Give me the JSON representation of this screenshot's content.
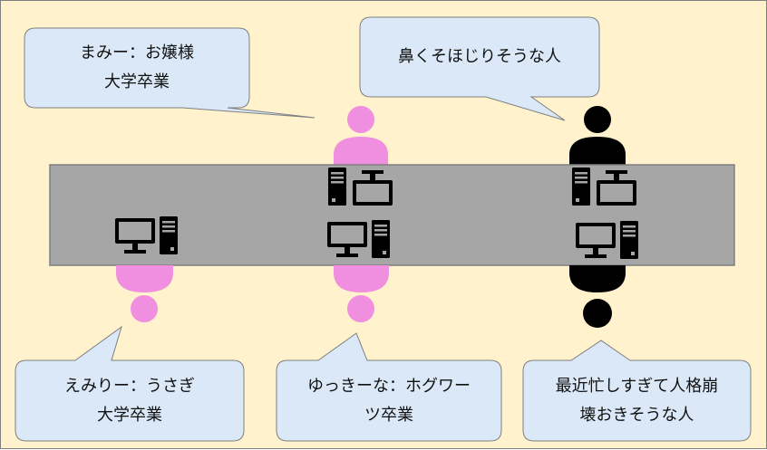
{
  "bubbles": {
    "mami": {
      "line1": "まみー：お嬢様",
      "line2": "大学卒業"
    },
    "hana": {
      "line1": "鼻くそほじりそうな人"
    },
    "emiri": {
      "line1": "えみりー：うさぎ",
      "line2": "大学卒業"
    },
    "yukkina": {
      "line1": "ゆっきーな：ホグワー",
      "line2": "ツ卒業"
    },
    "busy": {
      "line1": "最近忙しすぎて人格崩",
      "line2": "壊おきそうな人"
    }
  },
  "colors": {
    "background": "#fff2cc",
    "bubble_fill": "#dae8f7",
    "bubble_stroke": "#7f7f7f",
    "table": "#a6a6a6",
    "person_pink": "#f08ee0",
    "person_black": "#000000"
  },
  "icons": [
    "person-icon",
    "computer-icon"
  ]
}
